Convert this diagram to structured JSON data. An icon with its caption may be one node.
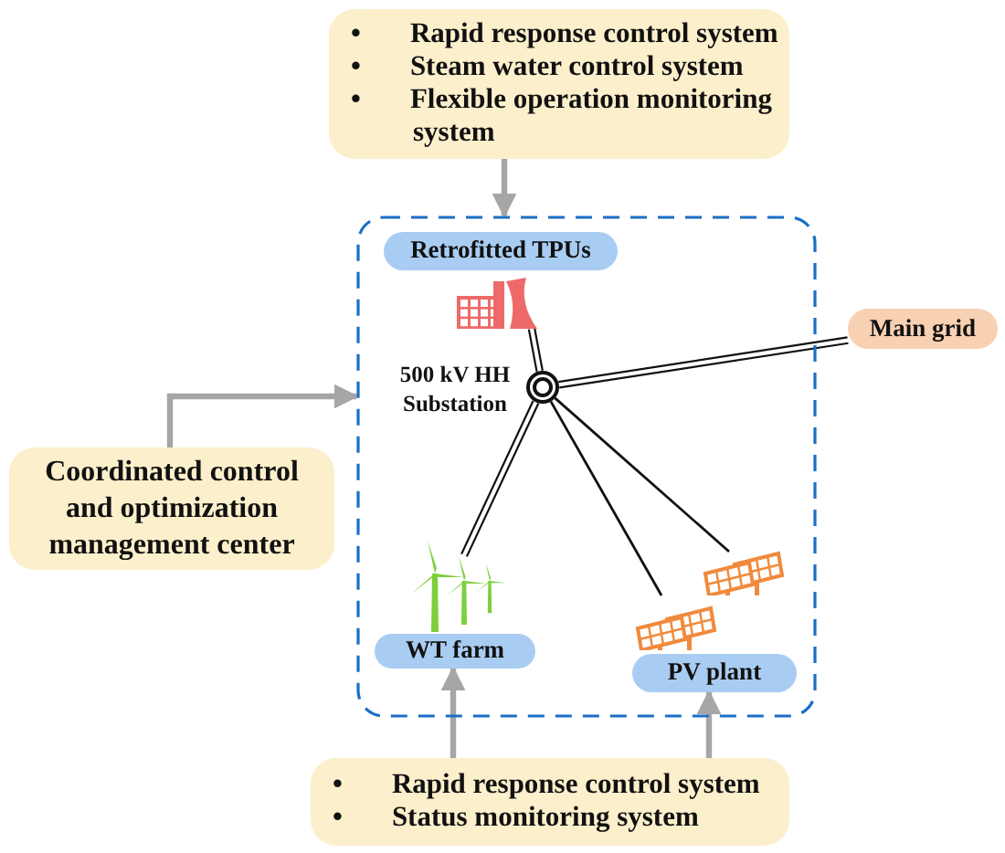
{
  "diagram": {
    "nodes": [
      {
        "text": [
          "• Rapid response control system",
          "• Steam water control system",
          "• Flexible operation monitoring system"
        ]
      },
      {
        "text": [],
        "shape": "box"
      },
      {
        "text": [
          "Retrofitted TPUs"
        ],
        "in": 1
      },
      {
        "text": [],
        "shape": "picture",
        "in": 1
      },
      {
        "text": [],
        "shape": "circle",
        "in": 1,
        "beside": [
          "500 kV HH Substation"
        ]
      },
      {
        "text": [
          "Main grid"
        ]
      },
      {
        "text": [],
        "shape": "picture",
        "in": 1
      },
      {
        "text": [
          "WT farm"
        ],
        "in": 1
      },
      {
        "text": [],
        "shape": "picture",
        "in": 1
      },
      {
        "text": [],
        "shape": "picture",
        "in": 1
      },
      {
        "text": [
          "PV plant"
        ],
        "in": 1
      },
      {
        "text": [
          "Coordinated control and optimization management center"
        ]
      },
      {
        "text": [
          "• Rapid response control system",
          "• Status monitoring system"
        ]
      }
    ],
    "edges": [
      {
        "from": 0,
        "to": 1,
        "arrow": "to",
        "style": "thick",
        "color": "#a6a6a6"
      },
      {
        "from": 11,
        "to": 1,
        "arrow": "to",
        "style": "thick",
        "color": "#a6a6a6"
      },
      {
        "from": 12,
        "to": 7,
        "arrow": "to",
        "style": "thick",
        "color": "#a6a6a6"
      },
      {
        "from": 12,
        "to": 10,
        "arrow": "to",
        "style": "thick",
        "color": "#a6a6a6"
      },
      {
        "from": 3,
        "to": 4,
        "arrow": "none"
      },
      {
        "from": 4,
        "to": 5,
        "arrow": "none"
      },
      {
        "from": 4,
        "to": 6,
        "arrow": "none"
      },
      {
        "from": 4,
        "to": 9,
        "arrow": "none"
      },
      {
        "from": 4,
        "to": 8,
        "arrow": "none"
      }
    ]
  }
}
